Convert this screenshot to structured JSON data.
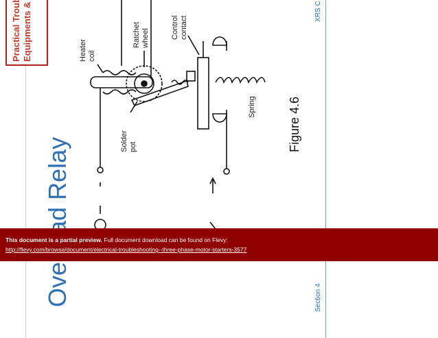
{
  "brand": {
    "line1": "Practical Troubl",
    "line2": "Equipments & C"
  },
  "title": {
    "text": "Overload Relay"
  },
  "figure": {
    "caption": "Figure 4.6",
    "labels": {
      "heater_coil": [
        "Heater",
        "coil"
      ],
      "ratchet_wheel": [
        "Ratchet",
        "wheel"
      ],
      "control_contact": [
        "Control",
        "contact"
      ],
      "spring": "Spring",
      "solder_pot": [
        "Solder",
        "pot"
      ]
    }
  },
  "margin": {
    "course_label": "XRS C",
    "section_label": "Section 4"
  },
  "banner": {
    "bold": "This document is a partial preview.",
    "text": "Full document download can be found on Flevy:",
    "link": "http://flevy.com/browse/document/electrical-troubleshooting--three-phase-motor-starters-3577"
  },
  "colors": {
    "banner_bg": "#8f0000",
    "title_blue": "#2f6fb3",
    "brand_red": "#c0392b"
  }
}
